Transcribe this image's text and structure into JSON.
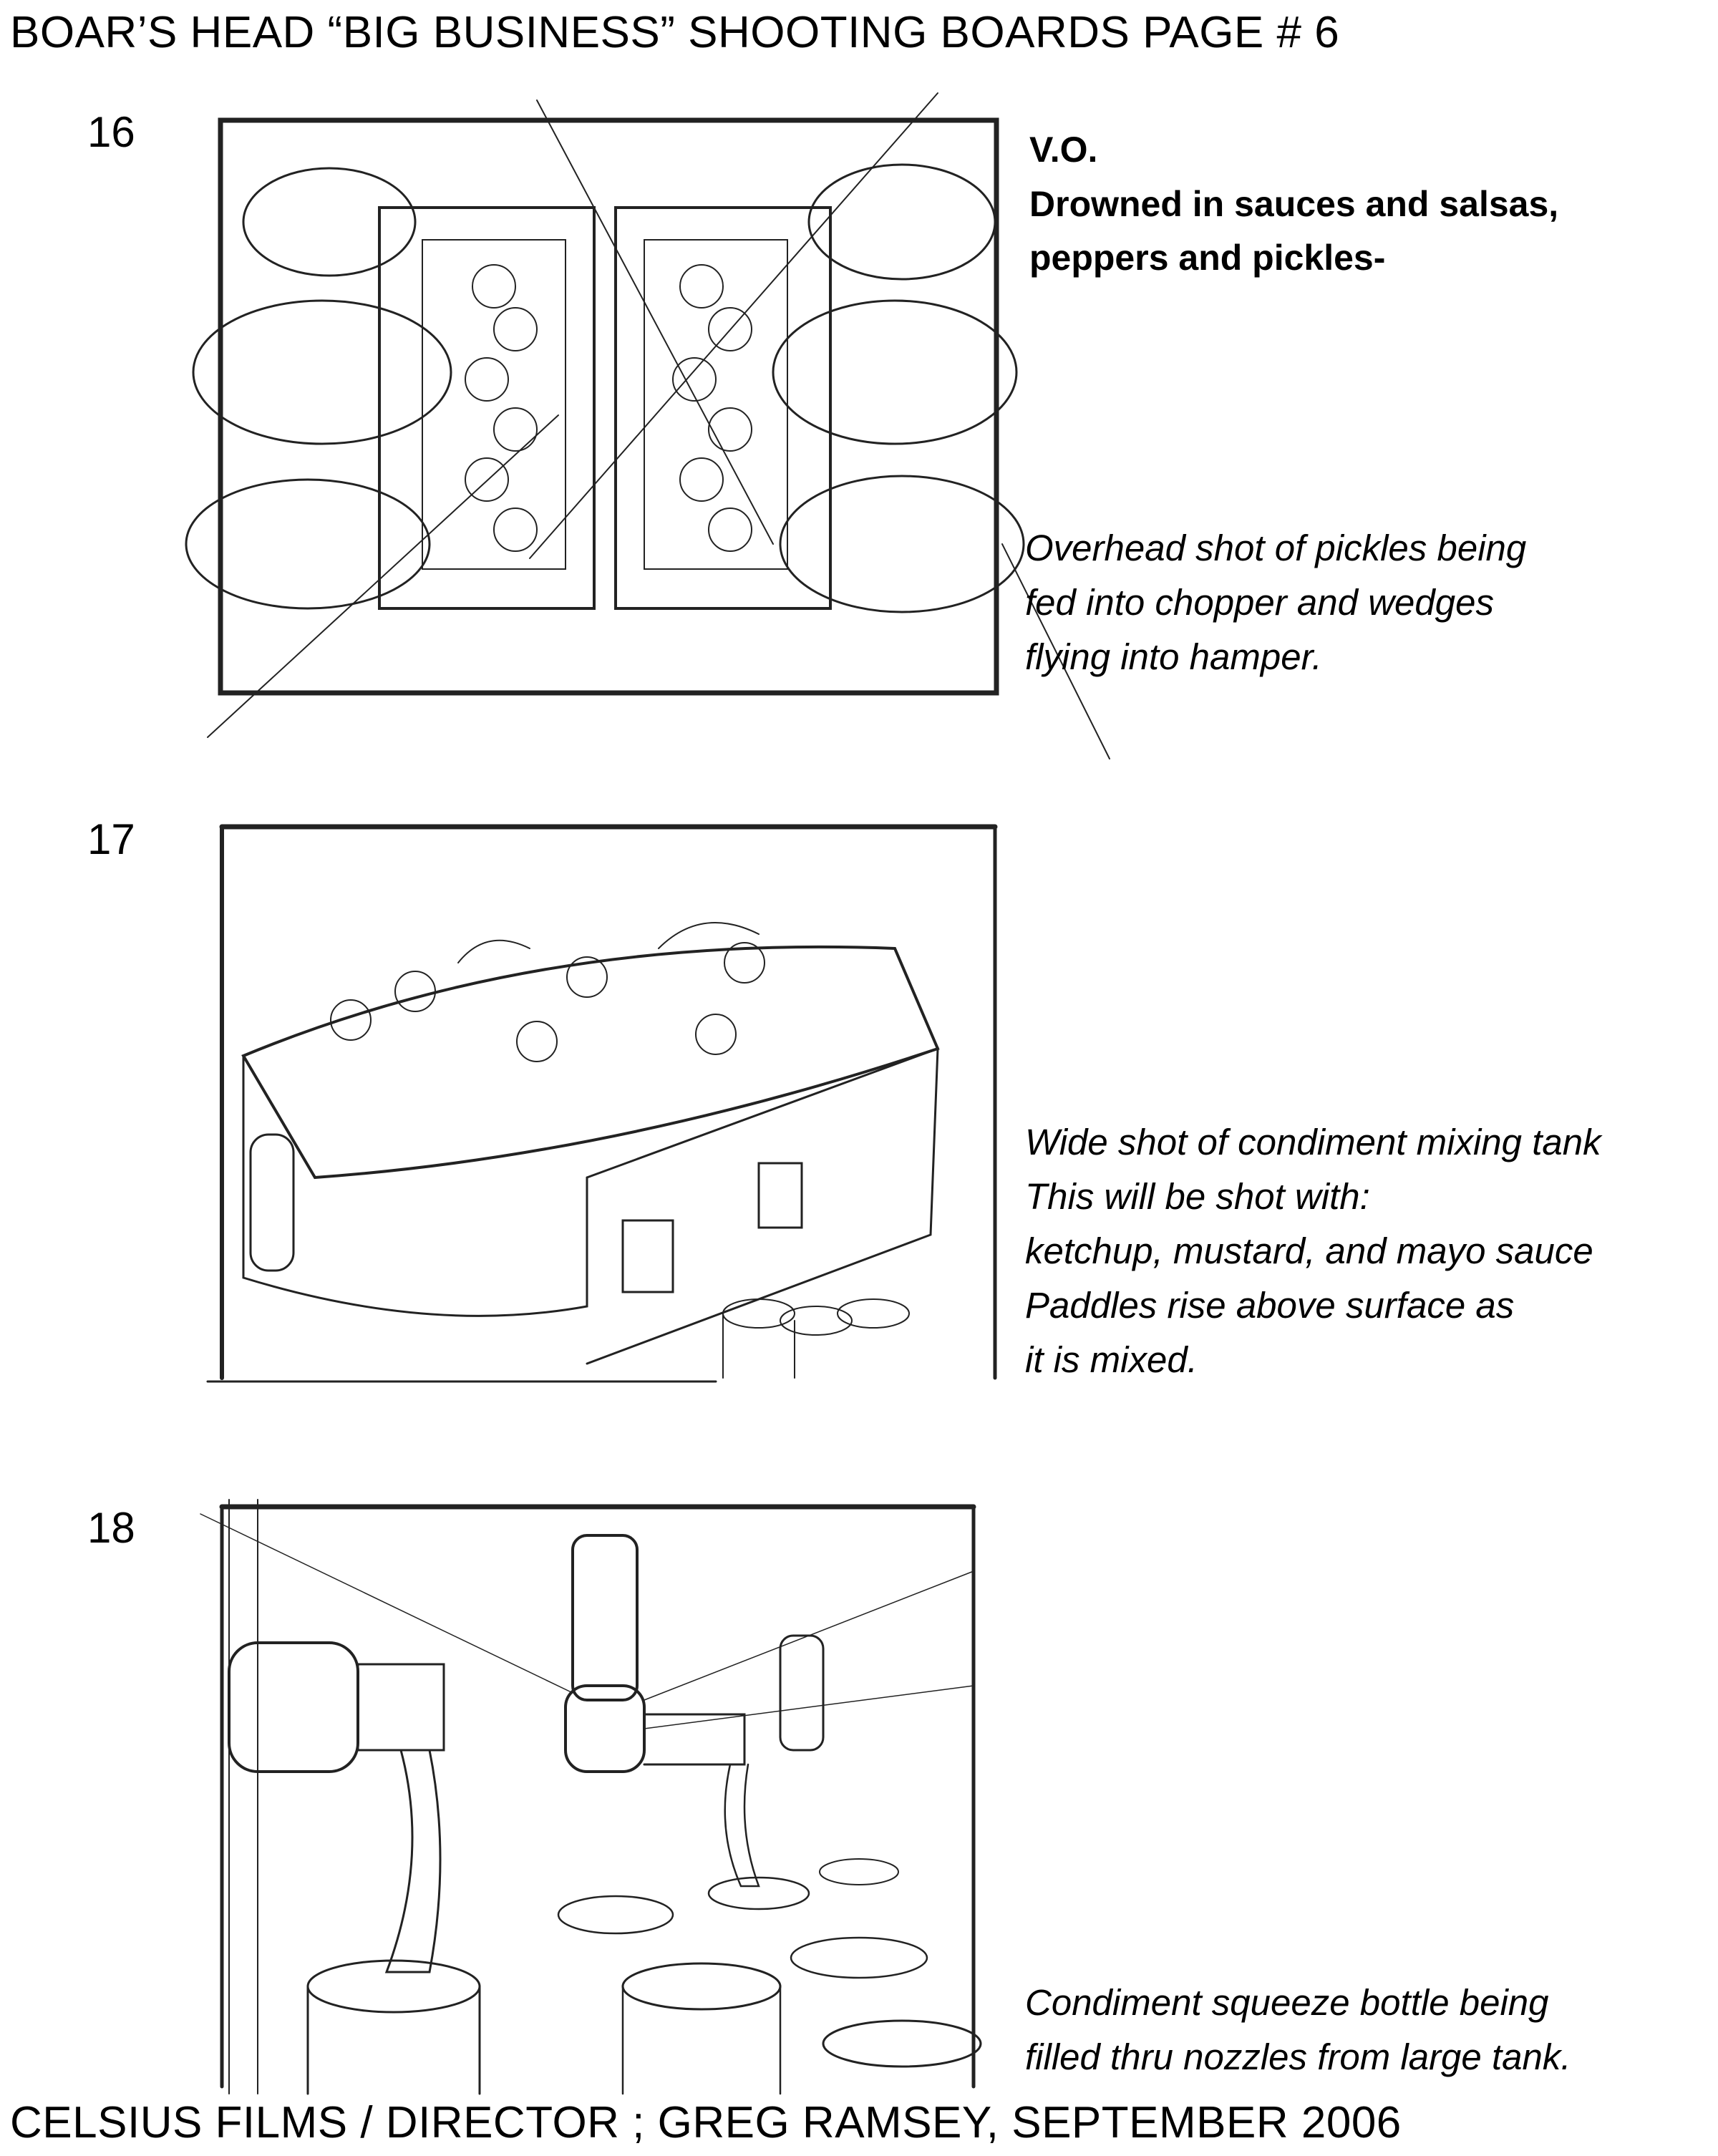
{
  "header": {
    "title": "BOAR’S HEAD “BIG BUSINESS” SHOOTING BOARDS PAGE # 6"
  },
  "panels": [
    {
      "number": "16",
      "vo_label": "V.O.",
      "vo_lines": [
        "Drowned in sauces and salsas,",
        "peppers and pickles-"
      ],
      "description": [
        "Overhead shot of pickles being",
        "fed into chopper and wedges",
        "flying into hamper."
      ]
    },
    {
      "number": "17",
      "description": [
        "Wide shot of condiment mixing tank",
        "This will be shot with:",
        " ketchup, mustard, and mayo sauce",
        "Paddles rise above surface as",
        "it is mixed."
      ]
    },
    {
      "number": "18",
      "description": [
        "Condiment squeeze bottle being",
        "filled thru nozzles from large tank."
      ]
    }
  ],
  "footer": {
    "credit": "CELSIUS FILMS / DIRECTOR ; GREG RAMSEY, SEPTEMBER  2006"
  }
}
